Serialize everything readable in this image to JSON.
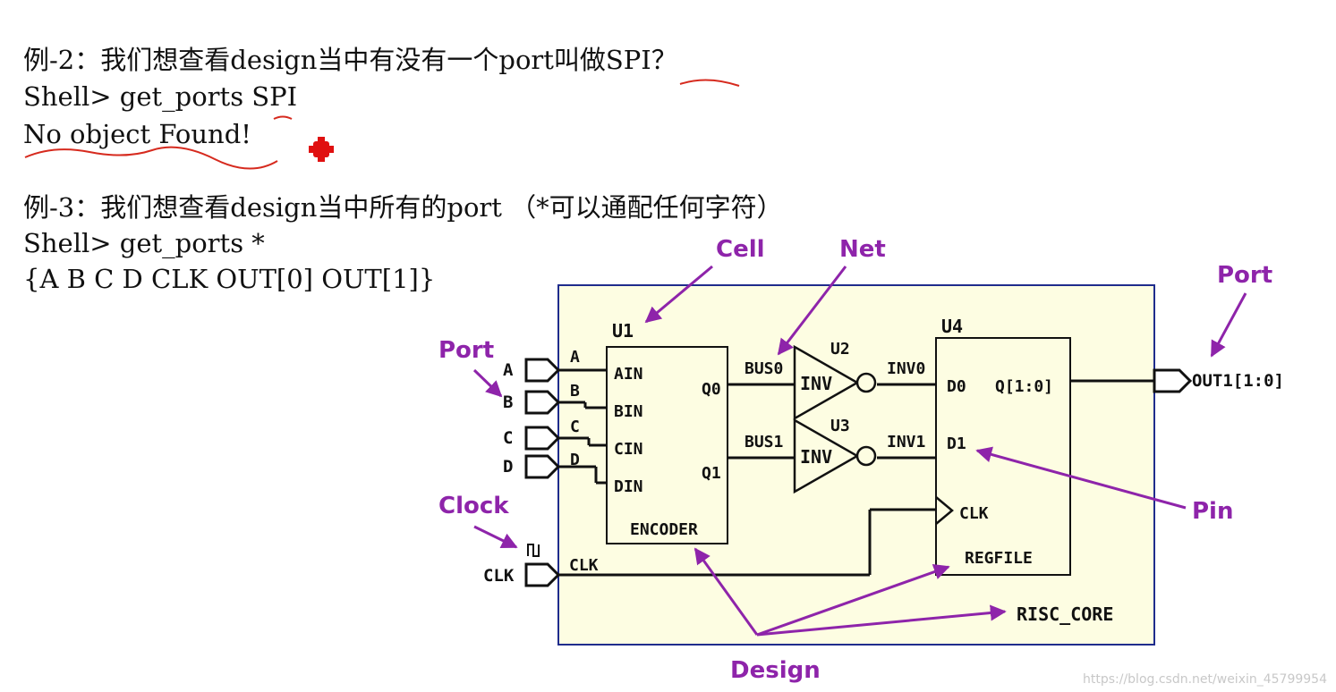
{
  "text": {
    "ex2_title": "例-2：我们想查看design当中有没有一个port叫做SPI？",
    "ex2_cmd": "Shell> get_ports SPI",
    "ex2_result": "No object Found!",
    "ex3_title": "例-3：我们想查看design当中所有的port （*可以通配任何字符）",
    "ex3_cmd": "Shell> get_ports *",
    "ex3_result": "{A B C D CLK OUT[0] OUT[1]}"
  },
  "diagram": {
    "ports_in": [
      "A",
      "B",
      "C",
      "D"
    ],
    "clk_port": "CLK",
    "clk_wire": "CLK",
    "wire_labels": [
      "A",
      "B",
      "C",
      "D"
    ],
    "encoder": {
      "inst": "U1",
      "name": "ENCODER",
      "pins_in": [
        "AIN",
        "BIN",
        "CIN",
        "DIN"
      ],
      "pins_out": [
        "Q0",
        "Q1"
      ]
    },
    "nets": [
      "BUS0",
      "BUS1",
      "INV0",
      "INV1"
    ],
    "inv1": {
      "inst": "U2",
      "label": "INV"
    },
    "inv2": {
      "inst": "U3",
      "label": "INV"
    },
    "regfile": {
      "inst": "U4",
      "name": "REGFILE",
      "pins": [
        "D0",
        "D1",
        "CLK",
        "Q[1:0]"
      ]
    },
    "out_port": "OUT1[1:0]",
    "design_name": "RISC_CORE"
  },
  "callouts": {
    "cell": "Cell",
    "net": "Net",
    "port_top": "Port",
    "port_left": "Port",
    "clock": "Clock",
    "pin": "Pin",
    "design": "Design"
  },
  "colors": {
    "annotation": "#8e24aa",
    "design_fill": "#fdfde2",
    "design_border": "#1f2c8c",
    "handwriting": "#d62a1e"
  },
  "watermark": "https://blog.csdn.net/weixin_45799954"
}
